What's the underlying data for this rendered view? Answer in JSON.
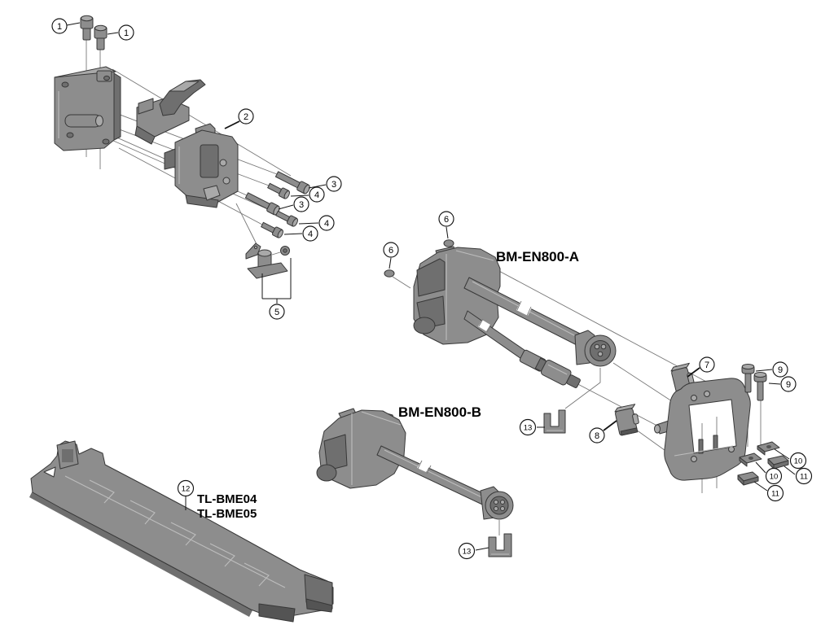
{
  "diagram": {
    "type": "exploded-parts-diagram",
    "background": "#ffffff",
    "colors": {
      "part_base": "#8d8d8d",
      "part_dark": "#6f6f6f",
      "part_light": "#a9a9a9",
      "outline": "#383838",
      "construction_line": "#777777",
      "callout_stroke": "#141414",
      "text": "#000000"
    },
    "labels": {
      "model_a": "BM-EN800-A",
      "model_b": "BM-EN800-B",
      "tool_1": "TL-BME04",
      "tool_2": "TL-BME05"
    },
    "callouts": [
      {
        "n": "1"
      },
      {
        "n": "1"
      },
      {
        "n": "2"
      },
      {
        "n": "3"
      },
      {
        "n": "4"
      },
      {
        "n": "3"
      },
      {
        "n": "4"
      },
      {
        "n": "4"
      },
      {
        "n": "5"
      },
      {
        "n": "6"
      },
      {
        "n": "6"
      },
      {
        "n": "7"
      },
      {
        "n": "9"
      },
      {
        "n": "9"
      },
      {
        "n": "8"
      },
      {
        "n": "13"
      },
      {
        "n": "10"
      },
      {
        "n": "11"
      },
      {
        "n": "10"
      },
      {
        "n": "11"
      },
      {
        "n": "13"
      },
      {
        "n": "12"
      }
    ]
  }
}
